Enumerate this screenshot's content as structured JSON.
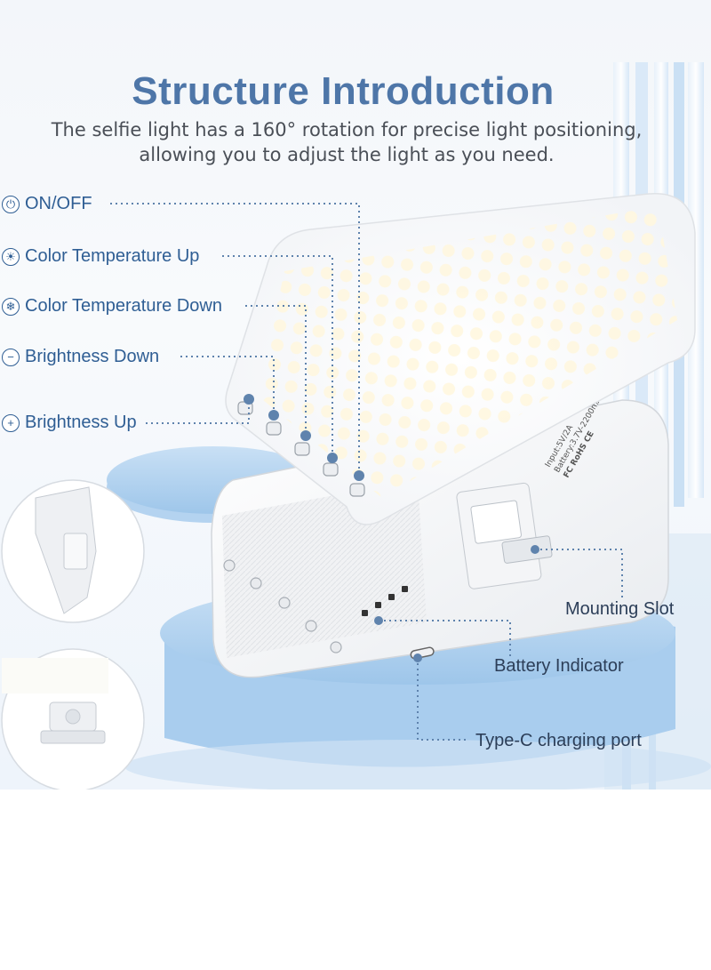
{
  "title": "Structure Introduction",
  "subtitle": {
    "line1": "The selfie light has a 160° rotation for precise light positioning,",
    "line2": "allowing you to adjust the light as you need."
  },
  "features": [
    {
      "label": "ON/OFF",
      "icon": "power-icon",
      "glyph": "⏻"
    },
    {
      "label": "Color Temperature Up",
      "icon": "sun-icon",
      "glyph": "☀"
    },
    {
      "label": "Color Temperature Down",
      "icon": "snowflake-icon",
      "glyph": "❄"
    },
    {
      "label": "Brightness Down",
      "icon": "minus-icon",
      "glyph": "−"
    },
    {
      "label": "Brightness Up",
      "icon": "plus-icon",
      "glyph": "+"
    }
  ],
  "callouts": {
    "mounting_slot": "Mounting Slot",
    "battery_indicator": "Battery Indicator",
    "type_c_port": "Type-C charging port"
  },
  "device_label": {
    "input": "Input:5V/2A",
    "battery": "Battery:3.7V-2200mAh",
    "marks": "FC RoHS CE"
  },
  "colors": {
    "title": "#4e76a8",
    "feature_text": "#2f5e94",
    "accent_blue": "#a9cdee",
    "dots": "#5f83ad"
  }
}
